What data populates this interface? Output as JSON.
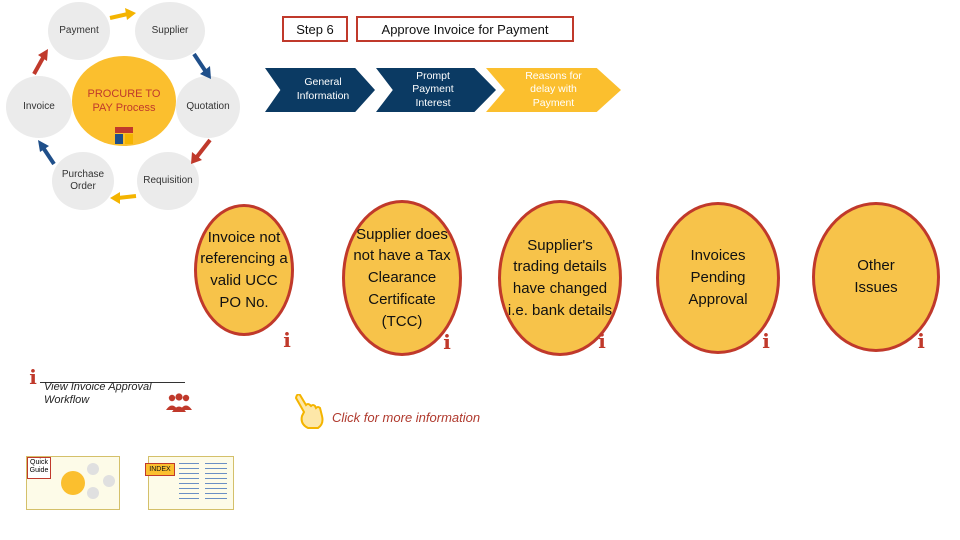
{
  "cycle": {
    "center_label": "PROCURE TO PAY Process",
    "nodes": {
      "payment": "Payment",
      "supplier": "Supplier",
      "invoice": "Invoice",
      "quotation": "Quotation",
      "purchase_order": "Purchase Order",
      "requisition": "Requisition"
    }
  },
  "step": {
    "label": "Step 6",
    "title": "Approve Invoice for Payment"
  },
  "chevrons": [
    {
      "label": "General Information",
      "color": "#0b3a63"
    },
    {
      "label": "Prompt Payment Interest",
      "color": "#0b3a63"
    },
    {
      "label": "Reasons for delay with Payment",
      "color": "#fbbf2e"
    }
  ],
  "issues": [
    {
      "label": "Invoice not referencing a valid UCC PO No."
    },
    {
      "label": "Supplier does not have a Tax Clearance Certificate (TCC)"
    },
    {
      "label": "Supplier's trading details have changed i.e. bank details"
    },
    {
      "label": "Invoices Pending Approval"
    },
    {
      "label": "Other Issues"
    }
  ],
  "info_symbol": "i",
  "workflow_link": "View Invoice Approval Workflow",
  "more_info_link": "Click for more information",
  "quick_guide_label": "Quick Guide",
  "index_label": "INDEX",
  "colors": {
    "accent_red": "#c0392b",
    "gold": "#fbbf2e",
    "navy": "#0b3a63",
    "grey_node": "#ebebeb"
  },
  "icons": [
    "arrow-icon",
    "info-icon",
    "people-icon",
    "pointing-hand-icon",
    "logo-crest-icon"
  ]
}
